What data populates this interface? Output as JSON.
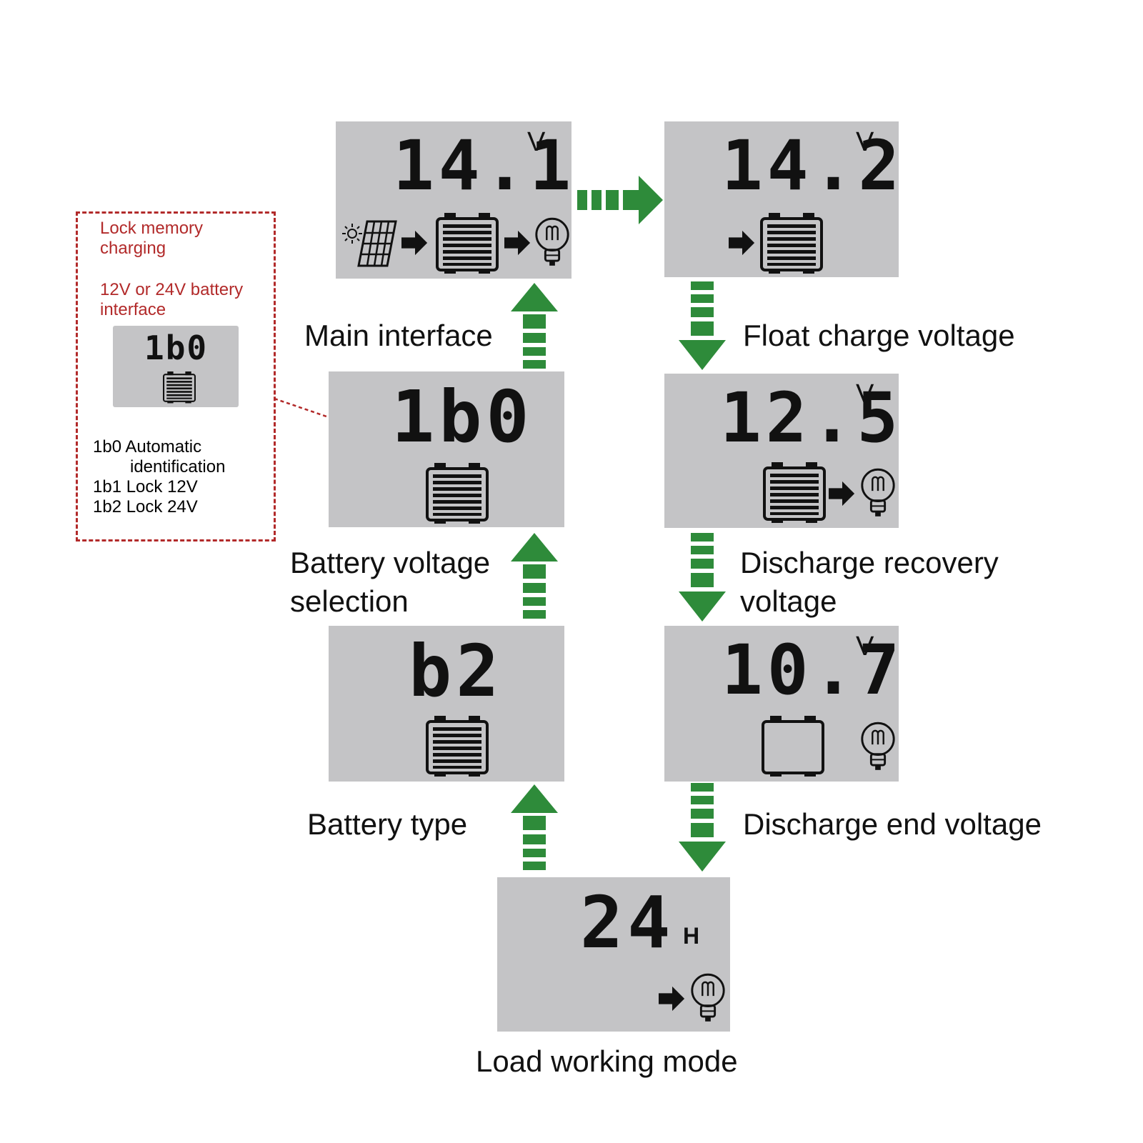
{
  "colors": {
    "arrow": "#2e8b3a",
    "panel": "#c4c4c6",
    "note_red": "#b22a2a",
    "ink": "#111111"
  },
  "icons": [
    "sun-icon",
    "solar-panel-icon",
    "battery-icon",
    "arrow-right-icon",
    "bulb-icon"
  ],
  "screens": {
    "main": {
      "value": "14.1",
      "unit": "V"
    },
    "float": {
      "value": "14.2",
      "unit": "V"
    },
    "select": {
      "value": "1b0"
    },
    "recovery": {
      "value": "12.5",
      "unit": "V"
    },
    "type": {
      "value": "b2"
    },
    "end": {
      "value": "10.7",
      "unit": "V"
    },
    "load": {
      "value": "24",
      "unit": "H"
    }
  },
  "labels": {
    "main_interface": "Main interface",
    "float_charge_voltage": "Float charge voltage",
    "battery_voltage_selection": [
      "Battery voltage",
      "selection"
    ],
    "discharge_recovery_voltage": [
      "Discharge recovery",
      "voltage"
    ],
    "battery_type": "Battery type",
    "discharge_end_voltage": "Discharge end voltage",
    "load_working_mode": "Load working mode"
  },
  "note": {
    "lock_memory": [
      "Lock memory",
      "charging"
    ],
    "interface_title": [
      "12V or 24V battery",
      "interface"
    ],
    "mini_value": "1b0",
    "options": [
      "1b0 Automatic",
      "identification",
      "1b1 Lock 12V",
      "1b2 Lock 24V"
    ]
  }
}
